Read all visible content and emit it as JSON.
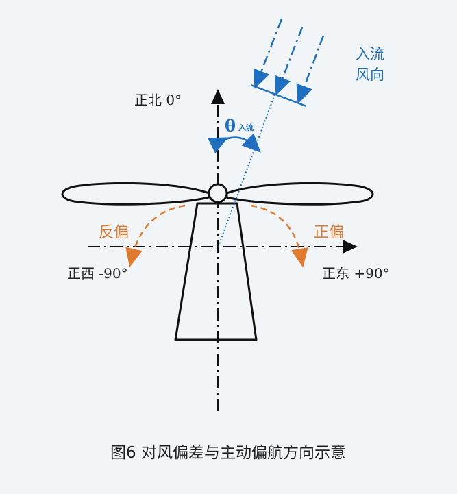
{
  "labels": {
    "north": "正北 0°",
    "west": "正西 -90°",
    "east": "正东 +90°",
    "negative_yaw": "反偏",
    "positive_yaw": "正偏",
    "inflow_line1": "入流",
    "inflow_line2": "风向",
    "theta_symbol": "θ",
    "theta_subscript": "入流"
  },
  "caption": "图6 对风偏差与主动偏航方向示意",
  "colors": {
    "background": "#f2f5f8",
    "structure": "#111111",
    "inflow_blue": "#1f6fc0",
    "yaw_orange": "#e07a2f"
  }
}
